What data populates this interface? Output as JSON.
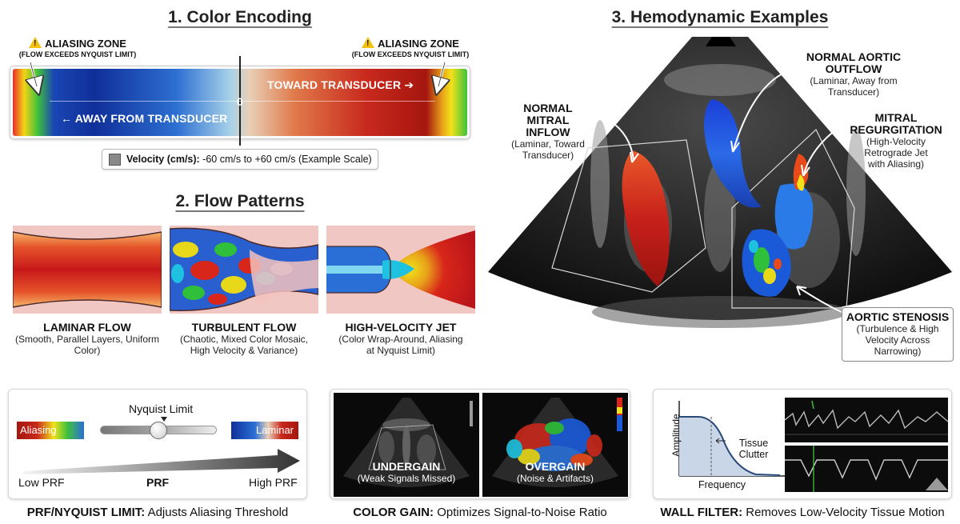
{
  "section1": {
    "title": "1. Color Encoding",
    "aliasing_left": {
      "title": "ALIASING ZONE",
      "sub": "(FLOW EXCEEDS NYQUIST LIMIT)"
    },
    "aliasing_right": {
      "title": "ALIASING ZONE",
      "sub": "(FLOW EXCEEDS NYQUIST LIMIT)"
    },
    "toward_label": "TOWARD TRANSDUCER",
    "away_label": "AWAY FROM TRANSDUCER",
    "zero_label": "0",
    "velocity_label": "Velocity (cm/s):",
    "velocity_range": " -60 cm/s to +60 cm/s (Example Scale)"
  },
  "section2": {
    "title": "2. Flow Patterns",
    "patterns": [
      {
        "name": "LAMINAR FLOW",
        "desc": "(Smooth, Parallel Layers, Uniform Color)"
      },
      {
        "name": "TURBULENT FLOW",
        "desc": "(Chaotic, Mixed Color Mosaic, High Velocity & Variance)"
      },
      {
        "name": "HIGH-VELOCITY JET",
        "desc": "(Color Wrap-Around, Aliasing at Nyquist Limit)"
      }
    ]
  },
  "section3": {
    "title": "3. Hemodynamic Examples",
    "labels": {
      "mitral_inflow": {
        "title": "NORMAL MITRAL INFLOW",
        "desc": "(Laminar, Toward Transducer)"
      },
      "aortic_outflow": {
        "title": "NORMAL AORTIC OUTFLOW",
        "desc": "(Laminar, Away from Transducer)"
      },
      "mitral_regurg": {
        "title": "MITRAL REGURGITATION",
        "desc": "(High-Velocity Retrograde Jet with Aliasing)"
      },
      "aortic_stenosis": {
        "title": "AORTIC STENOSIS",
        "desc": "(Turbulence & High Velocity Across Narrowing)"
      }
    }
  },
  "prf_panel": {
    "nyquist_label": "Nyquist Limit",
    "aliasing_box": "Aliasing",
    "laminar_box": "Laminar",
    "low": "Low PRF",
    "mid": "PRF",
    "high": "High PRF",
    "slider_level": 0.5,
    "caption_bold": "PRF/NYQUIST LIMIT:",
    "caption_rest": " Adjusts Aliasing Threshold"
  },
  "gain_panel": {
    "under_title": "UNDERGAIN",
    "under_desc": "(Weak Signals Missed)",
    "over_title": "OVERGAIN",
    "over_desc": "(Noise & Artifacts)",
    "caption_bold": "COLOR GAIN:",
    "caption_rest": " Optimizes Signal-to-Noise Ratio"
  },
  "wall_panel": {
    "y_label": "Amplitude",
    "x_label": "Frequency",
    "clutter_label": "Tissue Clutter",
    "caption_bold": "WALL FILTER:",
    "caption_rest": " Removes Low-Velocity Tissue Motion"
  },
  "colors": {
    "toward": "#c8281c",
    "away": "#1a3fb3",
    "alias_yellow": "#f2e21a",
    "alias_green": "#2bbf3a",
    "warning": "#f4c20d"
  }
}
